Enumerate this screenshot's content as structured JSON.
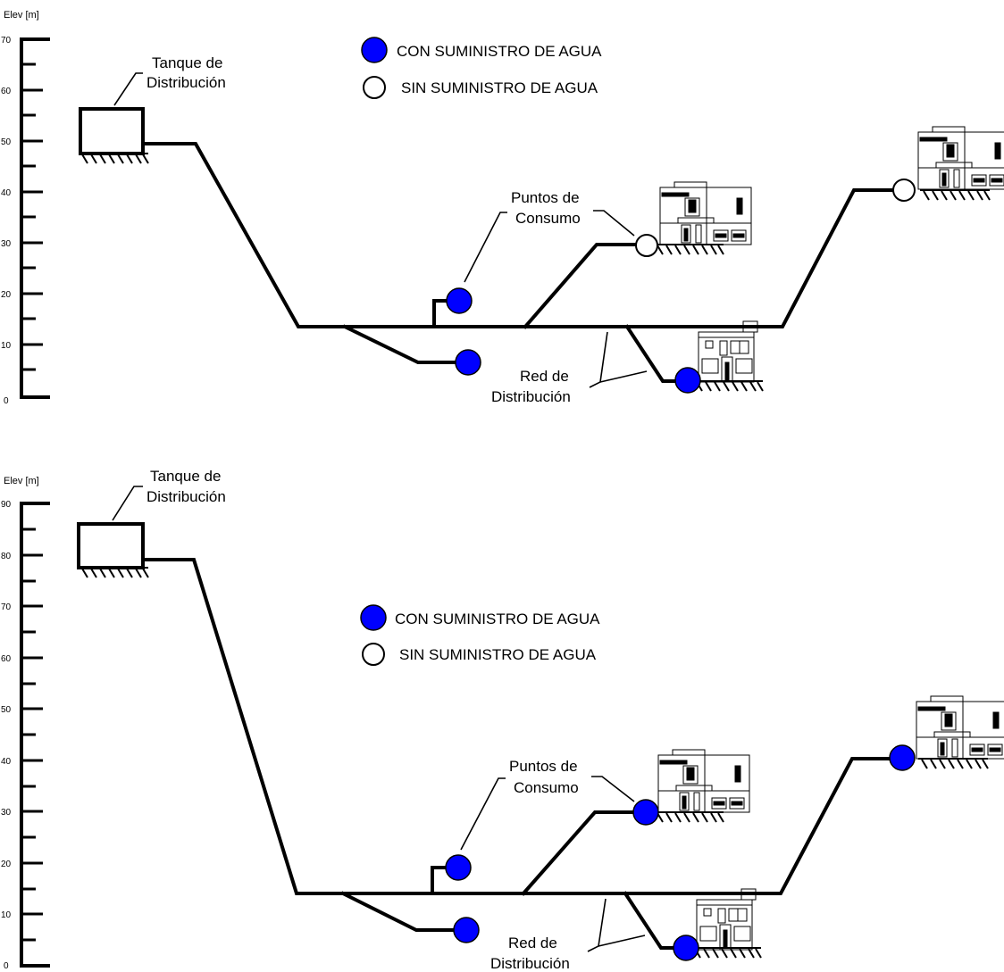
{
  "panels": [
    {
      "id": "top",
      "axis": {
        "title": "Elev [m]",
        "ticks": [
          "70",
          "60",
          "50",
          "40",
          "30",
          "20",
          "10",
          "0"
        ]
      },
      "tank_label": [
        "Tanque de",
        "Distribución"
      ],
      "legend": [
        {
          "label": "CON SUMINISTRO DE AGUA",
          "state": "supplied"
        },
        {
          "label": "SIN SUMINISTRO DE AGUA",
          "state": "not-supplied"
        }
      ],
      "consumption_label": [
        "Puntos de",
        "Consumo"
      ],
      "network_label": [
        "Red de",
        "Distribución"
      ],
      "consumption_points": [
        {
          "name": "point-a",
          "state": "supplied"
        },
        {
          "name": "point-b",
          "state": "supplied"
        },
        {
          "name": "point-c",
          "state": "supplied"
        },
        {
          "name": "point-d",
          "state": "not-supplied"
        },
        {
          "name": "point-e",
          "state": "not-supplied"
        }
      ]
    },
    {
      "id": "bottom",
      "axis": {
        "title": "Elev [m]",
        "ticks": [
          "90",
          "80",
          "70",
          "60",
          "50",
          "40",
          "30",
          "20",
          "10",
          "0"
        ]
      },
      "tank_label": [
        "Tanque de",
        "Distribución"
      ],
      "legend": [
        {
          "label": "CON SUMINISTRO DE AGUA",
          "state": "supplied"
        },
        {
          "label": "SIN SUMINISTRO DE AGUA",
          "state": "not-supplied"
        }
      ],
      "consumption_label": [
        "Puntos de",
        "Consumo"
      ],
      "network_label": [
        "Red de",
        "Distribución"
      ],
      "consumption_points": [
        {
          "name": "point-a",
          "state": "supplied"
        },
        {
          "name": "point-b",
          "state": "supplied"
        },
        {
          "name": "point-c",
          "state": "supplied"
        },
        {
          "name": "point-d",
          "state": "supplied"
        },
        {
          "name": "point-e",
          "state": "supplied"
        }
      ]
    }
  ],
  "colors": {
    "supplied": "#0000ff",
    "not_supplied": "#ffffff",
    "line": "#000000"
  }
}
